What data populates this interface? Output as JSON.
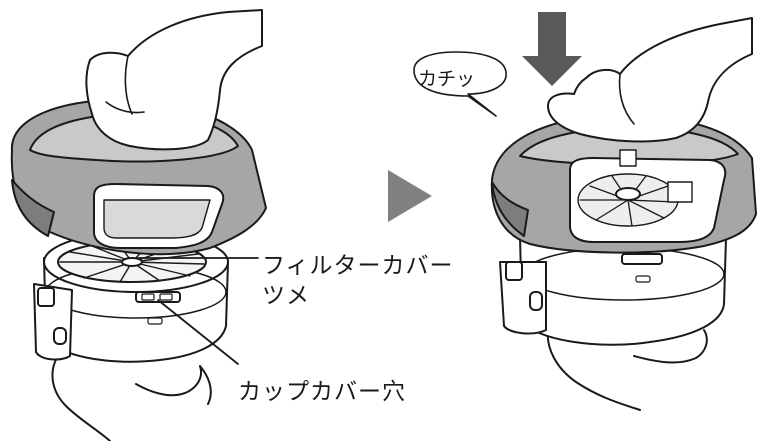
{
  "labels": {
    "filter_cover_line1": "フィルターカバー",
    "filter_cover_line2": "ツメ",
    "cup_cover_hole": "カップカバー穴",
    "click_sound": "カチッ"
  },
  "colors": {
    "cover_dark": "#7d7d7d",
    "cover_mid": "#a6a6a6",
    "cover_light": "#c9c9c9",
    "line": "#1a1a1a",
    "arrow": "#595959",
    "step_arrow": "#808080"
  },
  "icons": {
    "step_arrow": "right-triangle-icon",
    "press_arrow": "down-arrow-icon"
  }
}
